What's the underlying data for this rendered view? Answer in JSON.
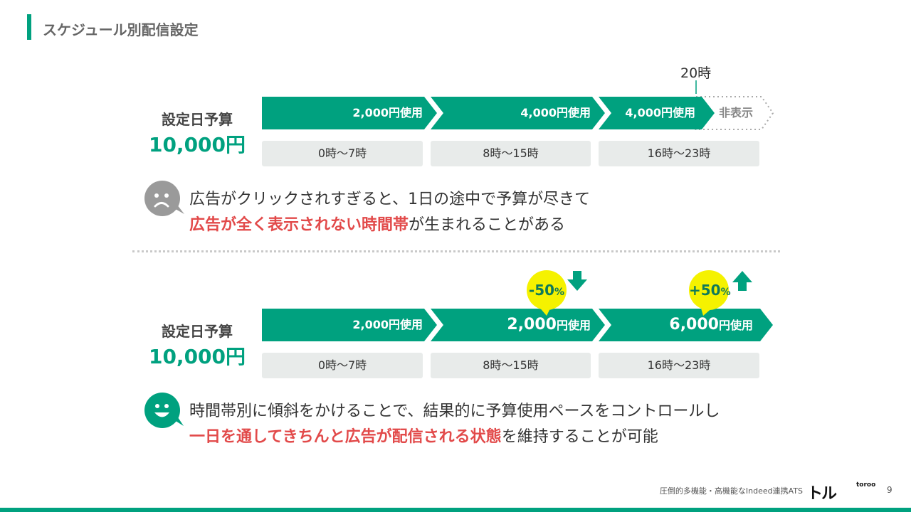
{
  "colors": {
    "accent": "#00a17f",
    "highlight": "#e24a4a",
    "bubble": "#f5f200"
  },
  "header": {
    "title": "スケジュール別配信設定"
  },
  "section1": {
    "budget_label": "設定日予算",
    "budget_amount": "10,000円",
    "marker": "20時",
    "segments": [
      {
        "text": "2,000円使用"
      },
      {
        "text": "4,000円使用"
      },
      {
        "text": "4,000円使用"
      }
    ],
    "hidden_label": "非表示",
    "times": [
      "0時〜7時",
      "8時〜15時",
      "16時〜23時"
    ],
    "message": {
      "line1": "広告がクリックされすぎると、1日の途中で予算が尽きて",
      "line2_highlight": "広告が全く表示されない時間帯",
      "line2_rest": "が生まれることがある"
    },
    "face_icon": "sad-face-icon"
  },
  "section2": {
    "budget_label": "設定日予算",
    "budget_amount": "10,000円",
    "segments": [
      {
        "text": "2,000円使用"
      },
      {
        "amount": "2,000",
        "unit": "円使用"
      },
      {
        "amount": "6,000",
        "unit": "円使用"
      }
    ],
    "times": [
      "0時〜7時",
      "8時〜15時",
      "16時〜23時"
    ],
    "bubbles": [
      {
        "value": "-50",
        "pct": "%",
        "direction_icon": "arrow-down-icon"
      },
      {
        "value": "+50",
        "pct": "%",
        "direction_icon": "arrow-up-icon"
      }
    ],
    "message": {
      "line1": "時間帯別に傾斜をかけることで、結果的に予算使用ペースをコントロールし",
      "line2_highlight": "一日を通してきちんと広告が配信される状態",
      "line2_rest": "を維持することが可能"
    },
    "face_icon": "happy-face-icon"
  },
  "footer": {
    "tagline": "圧倒的多機能・高機能なIndeed連携ATS",
    "logo_main": "トル",
    "logo_sub": "toroo",
    "page_number": "9"
  }
}
